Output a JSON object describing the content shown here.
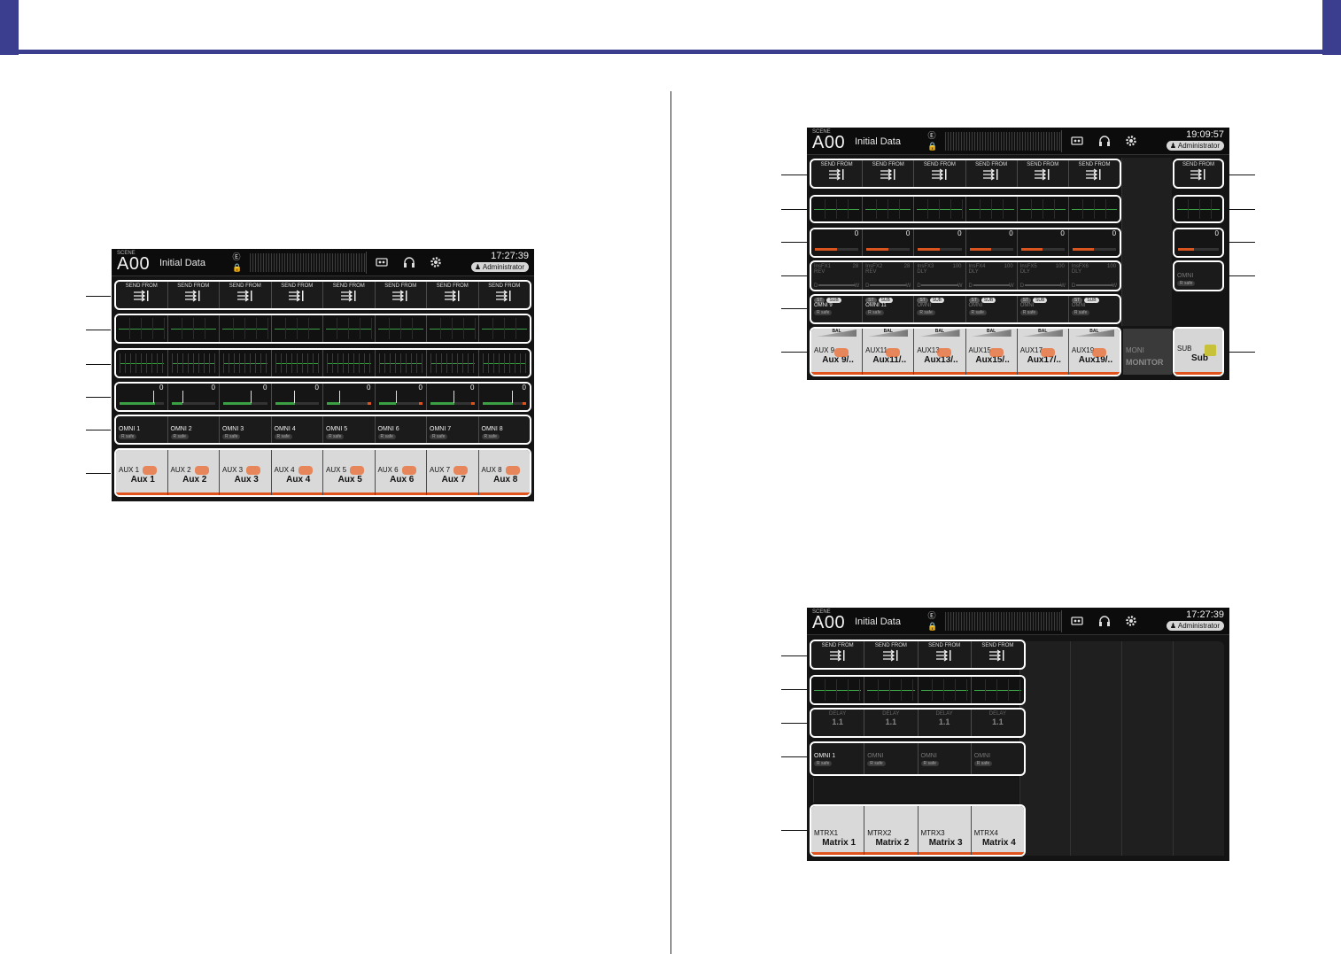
{
  "screens": {
    "aux": {
      "scene_small": "SCENE",
      "scene_number": "A00",
      "scene_title": "Initial Data",
      "time": "17:27:39",
      "user": "Administrator",
      "send_label": "SEND FROM",
      "gain_value": "0",
      "omni": [
        "OMNI 1",
        "OMNI 2",
        "OMNI 3",
        "OMNI 4",
        "OMNI 5",
        "OMNI 6",
        "OMNI 7",
        "OMNI 8"
      ],
      "rsafe": "R safe",
      "channels": [
        {
          "top": "AUX 1",
          "name": "Aux 1"
        },
        {
          "top": "AUX 2",
          "name": "Aux 2"
        },
        {
          "top": "AUX 3",
          "name": "Aux 3"
        },
        {
          "top": "AUX 4",
          "name": "Aux 4"
        },
        {
          "top": "AUX 5",
          "name": "Aux 5"
        },
        {
          "top": "AUX 6",
          "name": "Aux 6"
        },
        {
          "top": "AUX 7",
          "name": "Aux 7"
        },
        {
          "top": "AUX 8",
          "name": "Aux 8"
        }
      ]
    },
    "aux_stereo": {
      "scene_small": "SCENE",
      "scene_number": "A00",
      "scene_title": "Initial Data",
      "time": "19:09:57",
      "user": "Administrator",
      "send_label": "SEND FROM",
      "gain_value": "0",
      "fx": [
        {
          "name": "InsFX1",
          "num": "28",
          "type": "REV"
        },
        {
          "name": "InsFX2",
          "num": "28",
          "type": "REV"
        },
        {
          "name": "InsFX3",
          "num": "100",
          "type": "DLY"
        },
        {
          "name": "InsFX4",
          "num": "100",
          "type": "DLY"
        },
        {
          "name": "InsFX5",
          "num": "100",
          "type": "DLY"
        },
        {
          "name": "InsFX6",
          "num": "100",
          "type": "DLY"
        }
      ],
      "fx_d": "D",
      "fx_w": "W",
      "st_label": "ST",
      "sub_label": "SUB",
      "omni": [
        "OMNI 9",
        "OMNI 11",
        "OMNI",
        "OMNI",
        "OMNI",
        "OMNI"
      ],
      "rsafe": "R safe",
      "bal_label": "BAL",
      "channels": [
        {
          "top": "AUX 9",
          "name": "Aux 9/.."
        },
        {
          "top": "AUX11",
          "name": "Aux11/.."
        },
        {
          "top": "AUX13",
          "name": "Aux13/.."
        },
        {
          "top": "AUX15",
          "name": "Aux15/.."
        },
        {
          "top": "AUX17",
          "name": "Aux17/.."
        },
        {
          "top": "AUX19",
          "name": "Aux19/.."
        }
      ],
      "monitor": {
        "top": "MONI",
        "name": "MONITOR"
      },
      "sub": {
        "top": "SUB",
        "name": "Sub",
        "omni": "OMNI"
      }
    },
    "matrix": {
      "scene_small": "SCENE",
      "scene_number": "A00",
      "scene_title": "Initial Data",
      "time": "17:27:39",
      "user": "Administrator",
      "send_label": "SEND FROM",
      "delay_label": "DELAY",
      "delay_value": "1.1",
      "omni": [
        "OMNI 1",
        "OMNI",
        "OMNI",
        "OMNI"
      ],
      "rsafe": "R safe",
      "channels": [
        {
          "top": "MTRX1",
          "name": "Matrix 1"
        },
        {
          "top": "MTRX2",
          "name": "Matrix 2"
        },
        {
          "top": "MTRX3",
          "name": "Matrix 3"
        },
        {
          "top": "MTRX4",
          "name": "Matrix 4"
        }
      ]
    }
  },
  "colors": {
    "header_bar": "#3b3d8f",
    "screen_bg": "#141414",
    "meter_green": "#3aa043",
    "channel_orange": "#e0531d",
    "sub_yellow": "#c8c23a"
  }
}
